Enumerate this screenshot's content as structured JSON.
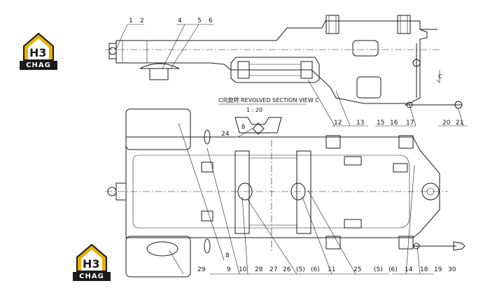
{
  "logos": [
    {
      "mark": "H3",
      "word": "CHAG"
    },
    {
      "mark": "H3",
      "word": "CHAG"
    }
  ],
  "section_view": {
    "title": "C向旋转 REVOLVED SECTION VIEW C",
    "scale": "1 : 20",
    "letter": "B"
  },
  "side_view_letter": "C",
  "callouts_top": [
    "1",
    "2",
    "4",
    "5",
    "6"
  ],
  "callouts_mid": [
    "12",
    "13",
    "15",
    "16",
    "17",
    "20",
    "21"
  ],
  "callout_24": "24",
  "callouts_bottom": [
    "8",
    "9",
    "10",
    "28",
    "27",
    "26",
    "(5)",
    "(6)",
    "11",
    "25",
    "(5)",
    "(6)",
    "14",
    "18",
    "19",
    "30"
  ],
  "callout_29": "29"
}
